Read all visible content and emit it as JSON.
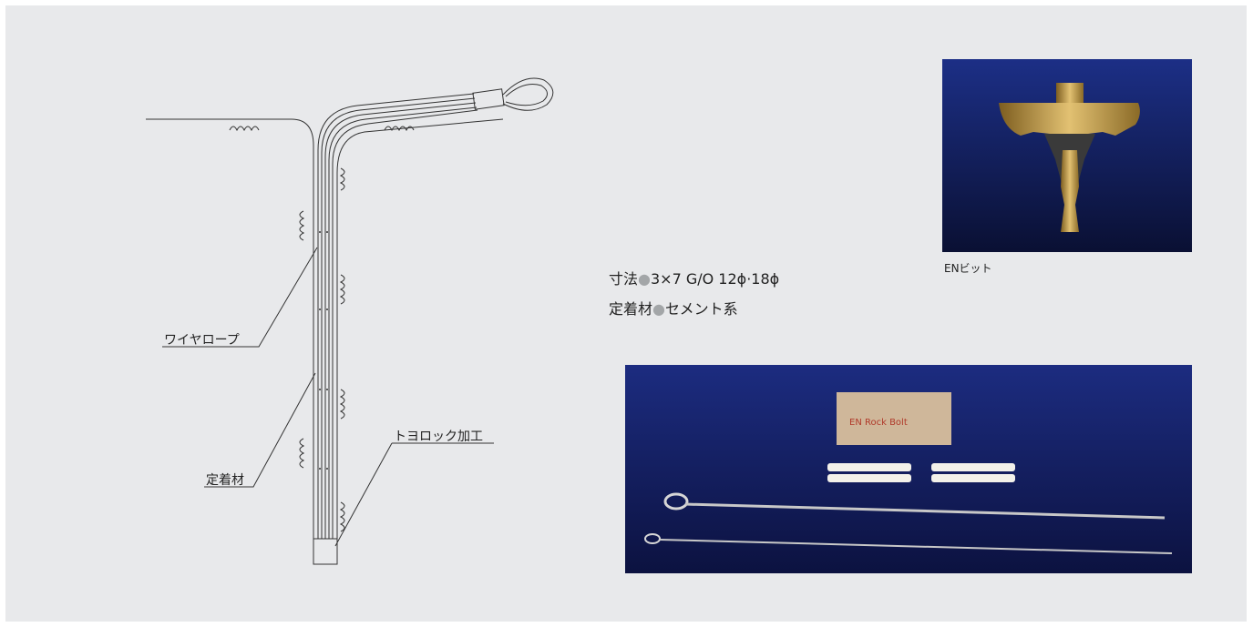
{
  "diagram": {
    "labels": {
      "wire_rope": "ワイヤロープ",
      "anchor_material": "定着材",
      "toyolock": "トヨロック加工"
    }
  },
  "specs": {
    "size_label": "寸法",
    "size_value": "3×7 G/O 12ϕ·18ϕ",
    "anchor_label": "定着材",
    "anchor_value": "セメント系",
    "bullet": "●"
  },
  "photos": {
    "bit_caption": "ENビット",
    "bit_box_text": "EN Rock Bolt",
    "colors": {
      "photo_bg_top": "#1c2f86",
      "photo_bg_bottom": "#0a1033",
      "brass": "#c9a24c"
    }
  }
}
